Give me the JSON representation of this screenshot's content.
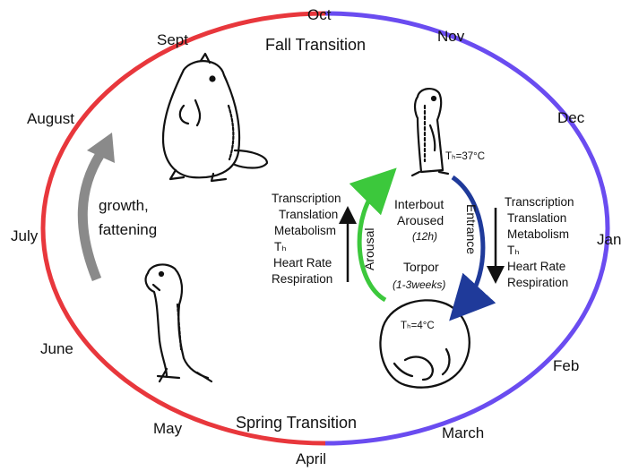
{
  "months": {
    "oct": "Oct",
    "nov": "Nov",
    "dec": "Dec",
    "jan": "Jan",
    "feb": "Feb",
    "march": "March",
    "april": "April",
    "may": "May",
    "june": "June",
    "july": "July",
    "august": "August",
    "sept": "Sept"
  },
  "transitions": {
    "fall": "Fall Transition",
    "spring": "Spring Transition"
  },
  "growth": {
    "line1": "growth,",
    "line2": "fattening"
  },
  "states": {
    "interbout_line1": "Interbout",
    "interbout_line2": "Aroused",
    "interbout_duration": "(12h)",
    "torpor": "Torpor",
    "torpor_duration": "(1-3weeks)",
    "aroused_temp": "Tₕ=37°C",
    "torpor_temp": "Tₕ=4°C"
  },
  "arrows": {
    "arousal": "Arousal",
    "entrance": "Entrance"
  },
  "processes_left": [
    "Transcription",
    "Translation",
    "Metabolism",
    "Tₕ",
    "Heart Rate",
    "Respiration"
  ],
  "processes_right": [
    "Transcription",
    "Translation",
    "Metabolism",
    "Tₕ",
    "Heart Rate",
    "Respiration"
  ],
  "colors": {
    "summer_arc": "#e8373c",
    "winter_arc": "#6a4cf0",
    "arousal_arrow": "#3cc83c",
    "entrance_arrow": "#1f3a9a",
    "growth_arrow": "#8a8a8a"
  }
}
